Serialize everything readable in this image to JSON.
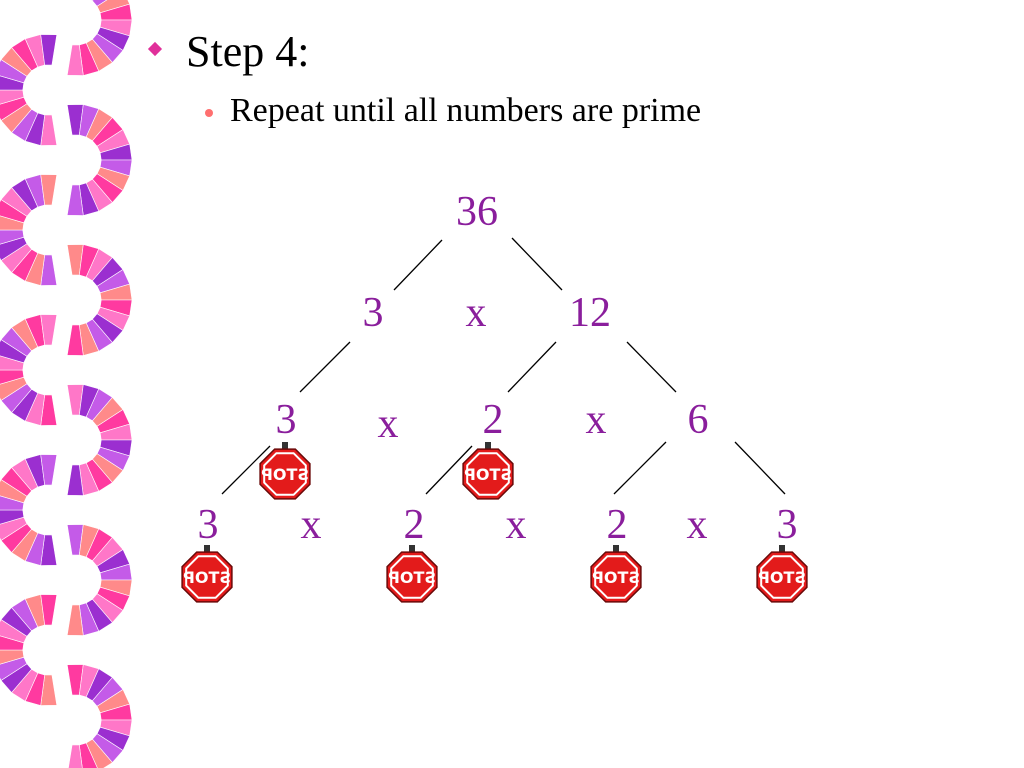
{
  "slide": {
    "bullet_title": "Step 4:",
    "sub_bullet": "Repeat until all numbers are prime"
  },
  "tree": {
    "root": "36",
    "row1": [
      "3",
      "x",
      "12"
    ],
    "row2": [
      "3",
      "x",
      "2",
      "x",
      "6"
    ],
    "row3": [
      "3",
      "x",
      "2",
      "x",
      "2",
      "x",
      "3"
    ]
  },
  "stop_sign_text": "STOP",
  "colors": {
    "number_color": "#8a1e9c",
    "stop_red": "#e31b1b",
    "border_pink": "#ff3aa0",
    "border_purple": "#9b2fd0"
  }
}
